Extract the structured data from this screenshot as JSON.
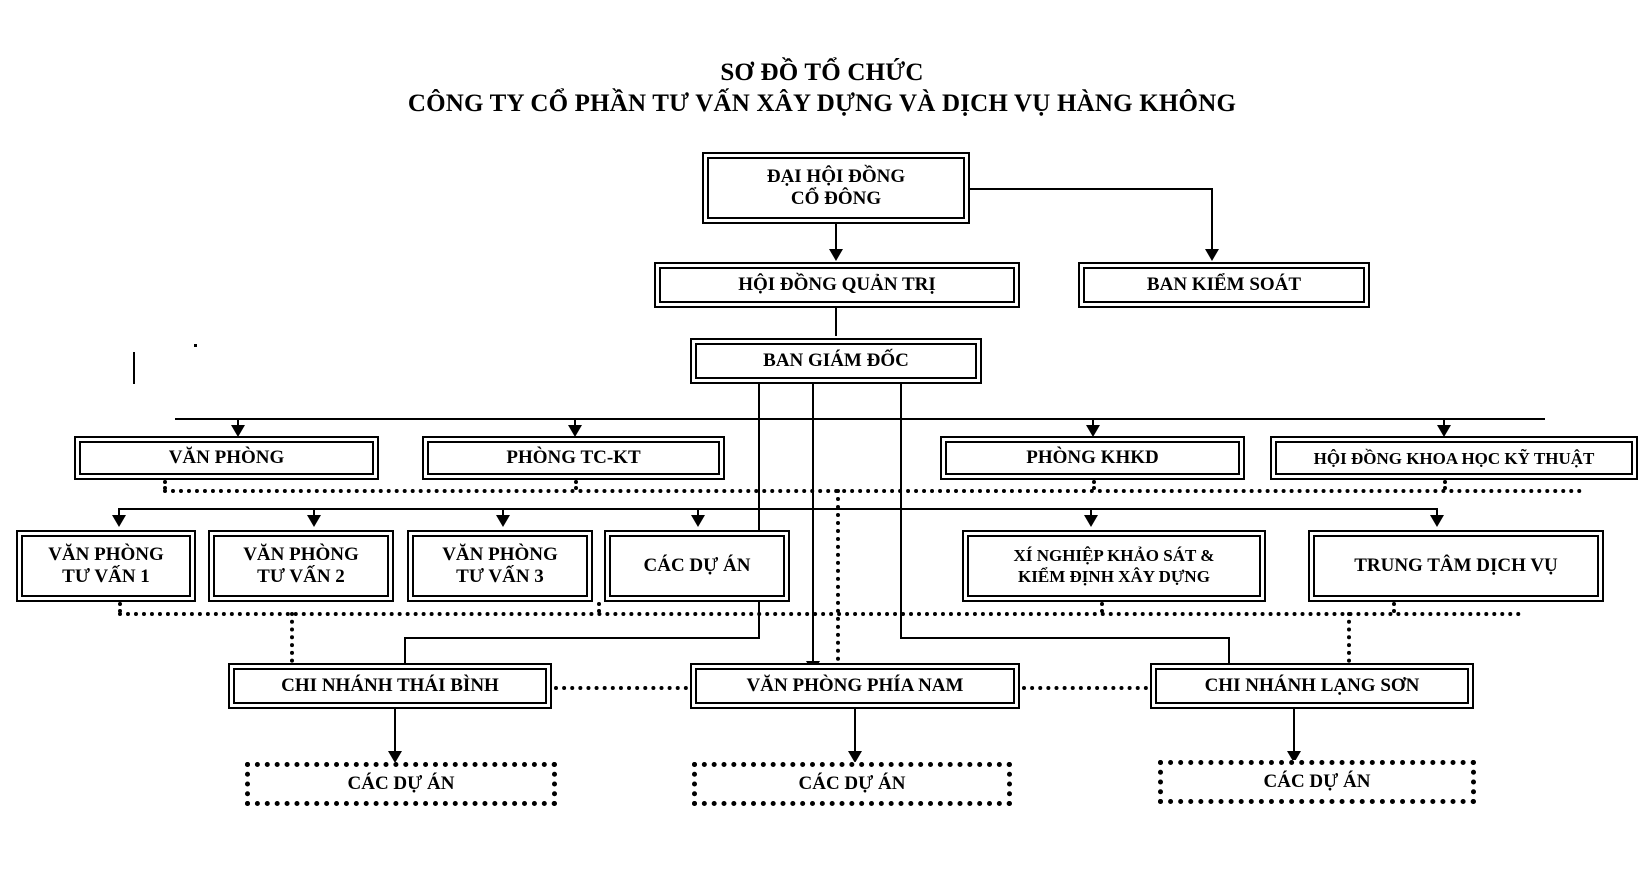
{
  "title": {
    "line1": "SƠ ĐỒ TỔ CHỨC",
    "line2": "CÔNG TY CỔ PHẦN TƯ VẤN XÂY DỰNG VÀ DỊCH VỤ HÀNG KHÔNG"
  },
  "chart_data": {
    "type": "diagram",
    "diagram_type": "organizational-chart",
    "title": "SƠ ĐỒ TỔ CHỨC - CÔNG TY CỔ PHẦN TƯ VẤN XÂY DỰNG VÀ DỊCH VỤ HÀNG KHÔNG",
    "nodes": [
      {
        "id": "shareholders",
        "label": "ĐẠI HỘI ĐỒNG\nCỔ ĐÔNG",
        "level": 1,
        "style": "double-border"
      },
      {
        "id": "board",
        "label": "HỘI ĐỒNG QUẢN TRỊ",
        "level": 2,
        "style": "double-border"
      },
      {
        "id": "supervisory",
        "label": "BAN KIỂM SOÁT",
        "level": 2,
        "style": "double-border"
      },
      {
        "id": "management",
        "label": "BAN GIÁM ĐỐC",
        "level": 3,
        "style": "double-border"
      },
      {
        "id": "office",
        "label": "VĂN PHÒNG",
        "level": 4,
        "style": "double-border"
      },
      {
        "id": "finance",
        "label": "PHÒNG TC-KT",
        "level": 4,
        "style": "double-border"
      },
      {
        "id": "planning",
        "label": "PHÒNG  KHKD",
        "level": 4,
        "style": "double-border"
      },
      {
        "id": "science",
        "label": "HỘI ĐỒNG KHOA HỌC KỸ THUẬT",
        "level": 4,
        "style": "double-border"
      },
      {
        "id": "consult1",
        "label": "VĂN  PHÒNG\nTƯ VẤN 1",
        "level": 5,
        "style": "double-border"
      },
      {
        "id": "consult2",
        "label": "VĂN  PHÒNG\nTƯ VẤN 2",
        "level": 5,
        "style": "double-border"
      },
      {
        "id": "consult3",
        "label": "VĂN  PHÒNG\nTƯ VẤN 3",
        "level": 5,
        "style": "double-border"
      },
      {
        "id": "projects_main",
        "label": "CÁC DỰ  ÁN",
        "level": 5,
        "style": "double-border"
      },
      {
        "id": "survey",
        "label": "XÍ NGHIỆP KHẢO SÁT &\nKIỂM ĐỊNH XÂY DỰNG",
        "level": 5,
        "style": "double-border"
      },
      {
        "id": "service",
        "label": "TRUNG TÂM DỊCH VỤ",
        "level": 5,
        "style": "double-border"
      },
      {
        "id": "br_thaibinh",
        "label": "CHI NHÁNH THÁI BÌNH",
        "level": 6,
        "style": "double-border"
      },
      {
        "id": "br_south",
        "label": "VĂN  PHÒNG  PHÍA NAM",
        "level": 6,
        "style": "double-border"
      },
      {
        "id": "br_langson",
        "label": "CHI NHÁNH LẠNG SƠN",
        "level": 6,
        "style": "double-border"
      },
      {
        "id": "proj_tb",
        "label": "CÁC DỰ  ÁN",
        "level": 7,
        "style": "dotted-border"
      },
      {
        "id": "proj_south",
        "label": "CÁC DỰ  ÁN",
        "level": 7,
        "style": "dotted-border"
      },
      {
        "id": "proj_ls",
        "label": "CÁC DỰ  ÁN",
        "level": 7,
        "style": "dotted-border"
      }
    ],
    "edges": [
      {
        "from": "shareholders",
        "to": "board",
        "style": "solid"
      },
      {
        "from": "shareholders",
        "to": "supervisory",
        "style": "solid"
      },
      {
        "from": "board",
        "to": "management",
        "style": "solid"
      },
      {
        "from": "management",
        "to": "office",
        "style": "solid"
      },
      {
        "from": "management",
        "to": "finance",
        "style": "solid"
      },
      {
        "from": "management",
        "to": "planning",
        "style": "solid"
      },
      {
        "from": "management",
        "to": "science",
        "style": "solid"
      },
      {
        "from": "management",
        "to": "consult1",
        "style": "solid"
      },
      {
        "from": "management",
        "to": "consult2",
        "style": "solid"
      },
      {
        "from": "management",
        "to": "consult3",
        "style": "solid"
      },
      {
        "from": "management",
        "to": "projects_main",
        "style": "solid"
      },
      {
        "from": "management",
        "to": "survey",
        "style": "solid"
      },
      {
        "from": "management",
        "to": "service",
        "style": "solid"
      },
      {
        "from": "management",
        "to": "br_south",
        "style": "solid"
      },
      {
        "from": "management",
        "to": "br_thaibinh",
        "style": "solid"
      },
      {
        "from": "management",
        "to": "br_langson",
        "style": "solid"
      },
      {
        "from": "br_thaibinh",
        "to": "proj_tb",
        "style": "solid"
      },
      {
        "from": "br_south",
        "to": "proj_south",
        "style": "solid"
      },
      {
        "from": "br_langson",
        "to": "proj_ls",
        "style": "solid"
      },
      {
        "from": "office",
        "to": "consult1",
        "style": "dotted"
      },
      {
        "from": "br_thaibinh",
        "to": "br_south",
        "style": "dotted"
      },
      {
        "from": "br_south",
        "to": "br_langson",
        "style": "dotted"
      }
    ],
    "colors": {
      "line": "#000000",
      "box_fill": "#ffffff",
      "text": "#000000"
    }
  }
}
